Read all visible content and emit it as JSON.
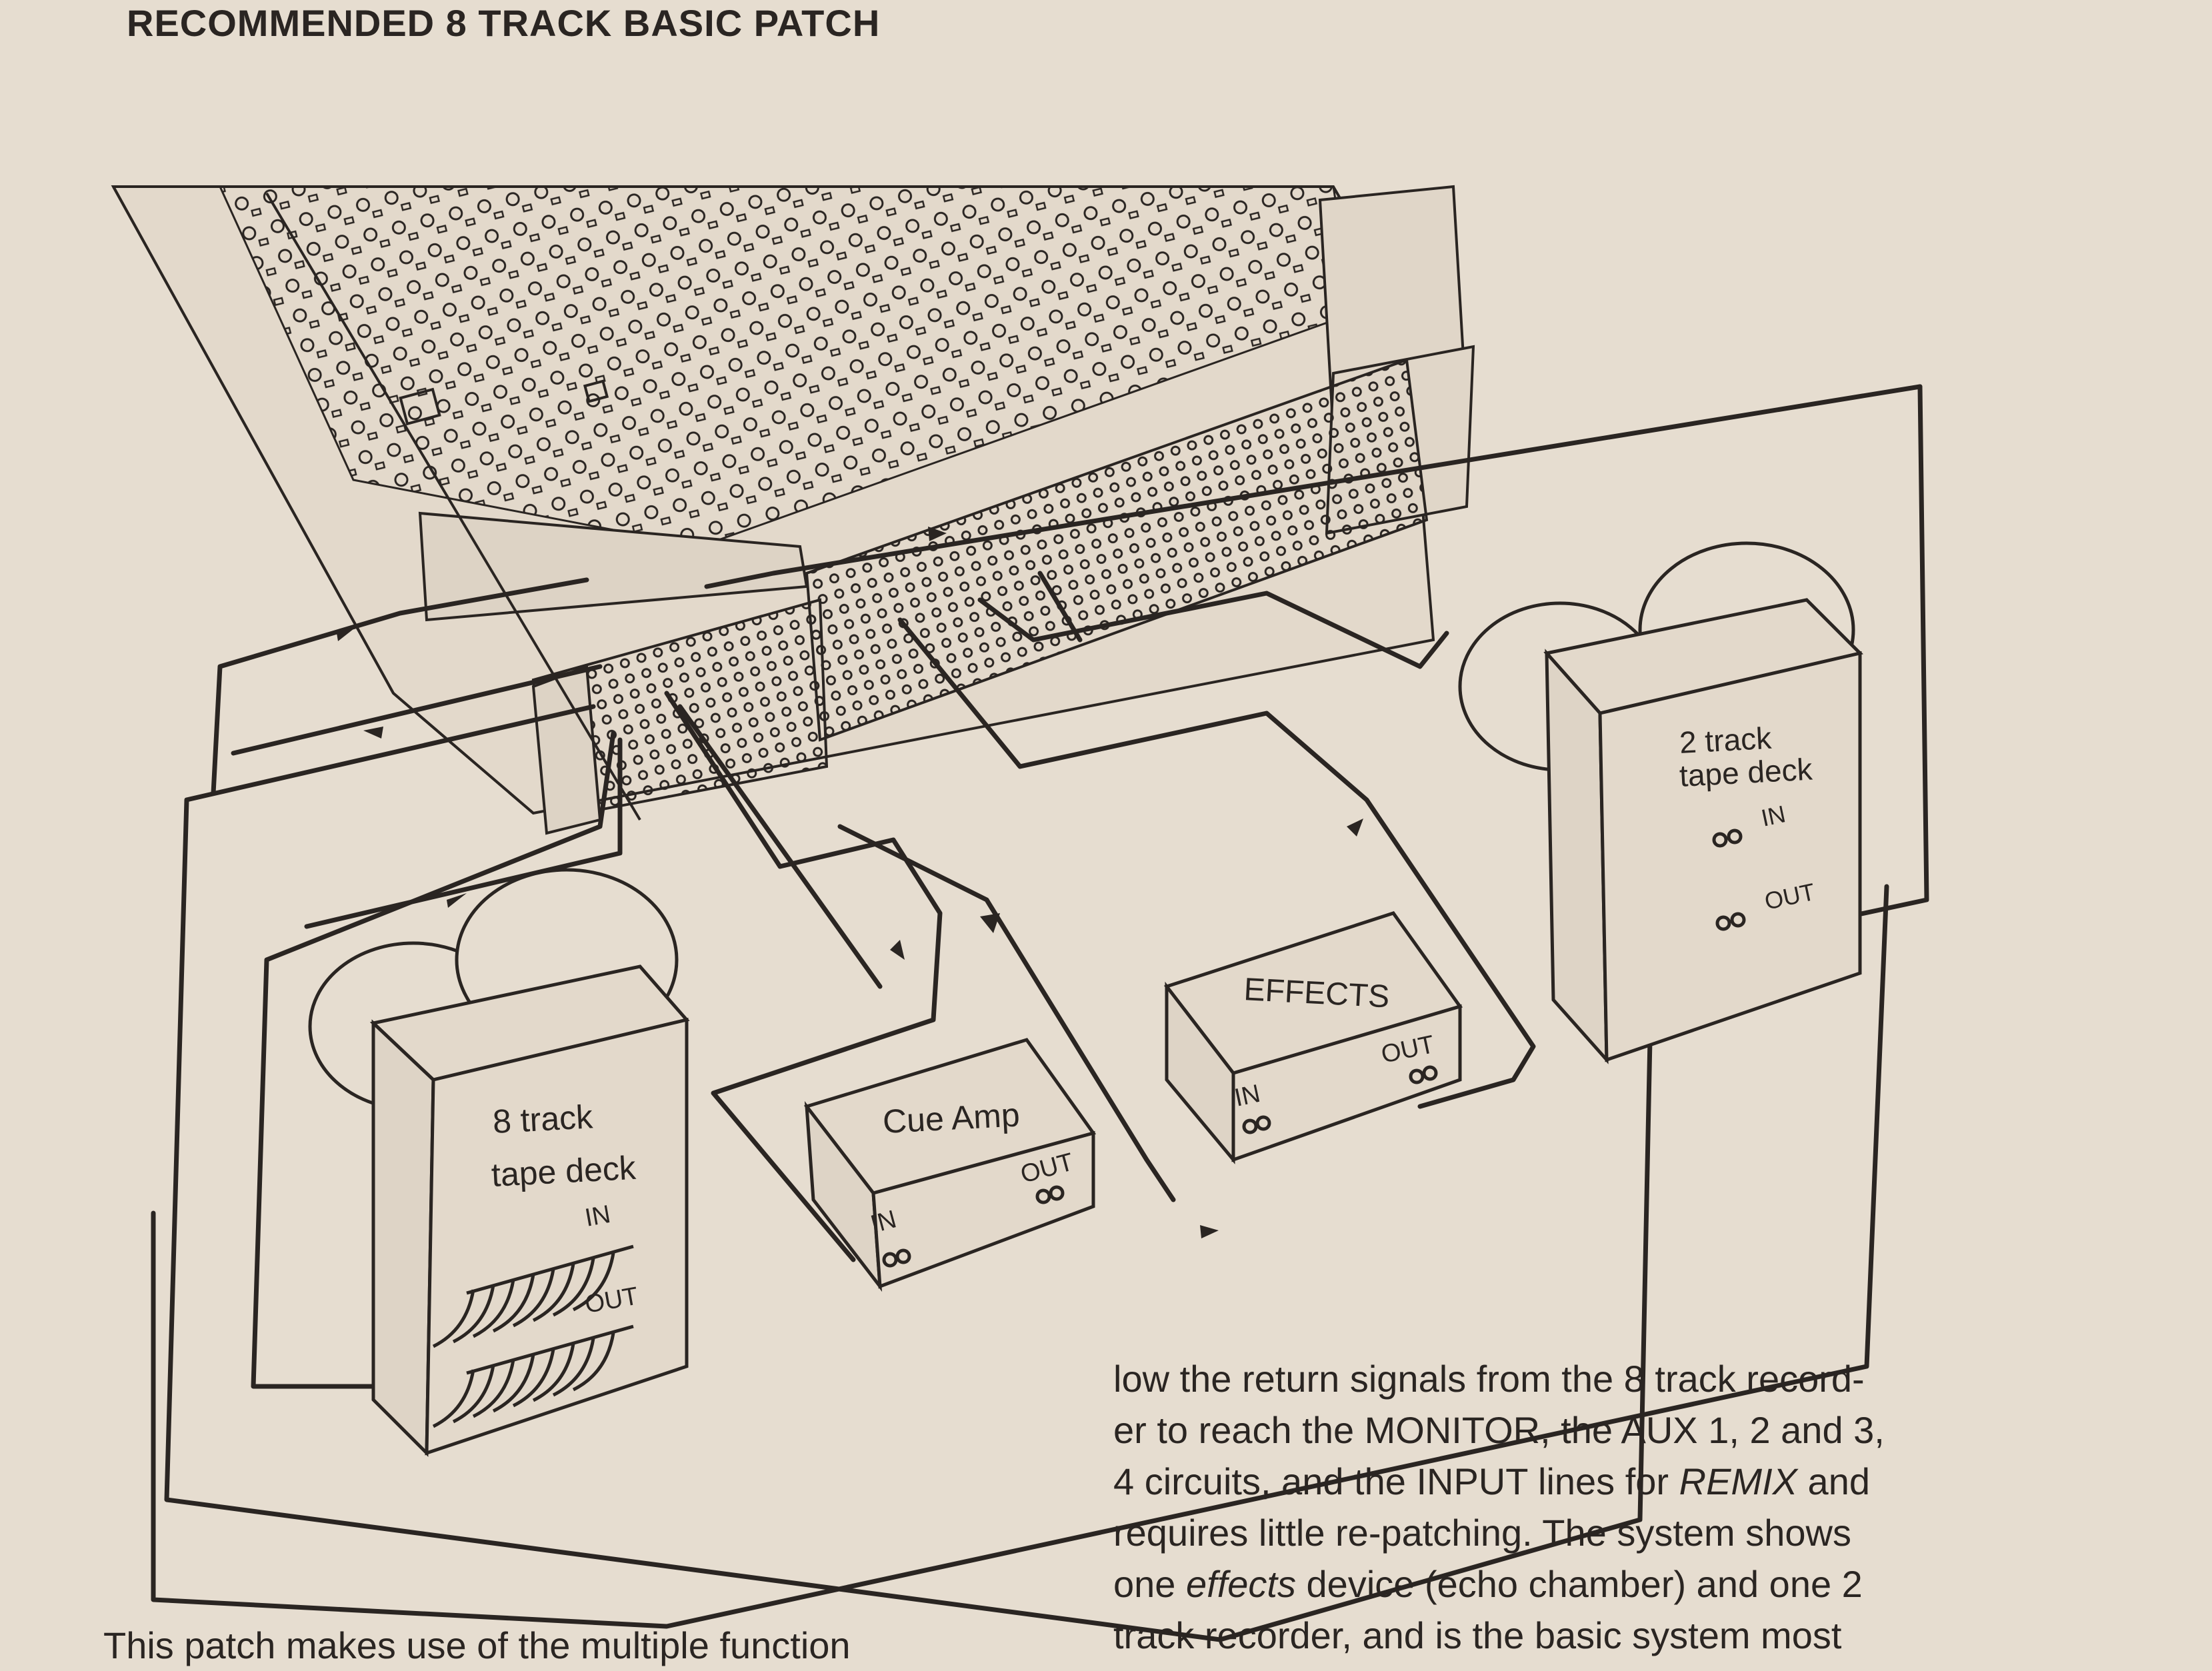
{
  "heading": "RECOMMENDED 8 TRACK BASIC PATCH",
  "diagram": {
    "mixer_label": "",
    "eight_track_deck": {
      "name_line1": "8 track",
      "name_line2": "tape deck",
      "in_label": "IN",
      "out_label": "OUT"
    },
    "two_track_deck": {
      "name_line1": "2 track",
      "name_line2": "tape deck",
      "in_label": "IN",
      "out_label": "OUT"
    },
    "cue_amp": {
      "name": "Cue Amp",
      "in_label": "IN",
      "out_label": "OUT"
    },
    "effects": {
      "name": "EFFECTS",
      "in_label": "IN",
      "out_label": "OUT"
    }
  },
  "body_text": {
    "right_column": [
      "low the return signals from the 8 track record-",
      "er to reach the MONITOR, the AUX 1, 2 and 3,",
      "4 circuits, and the INPUT lines for ",
      "REMIX",
      " and",
      "requires little re-patching. The system shows",
      "one ",
      "effects",
      " device (echo chamber) and one 2",
      "track recorder, and is the basic system most"
    ],
    "left_column": "This patch makes use of the multiple function"
  },
  "colors": {
    "paper": "#e6ddd0",
    "ink": "#2a2522"
  }
}
